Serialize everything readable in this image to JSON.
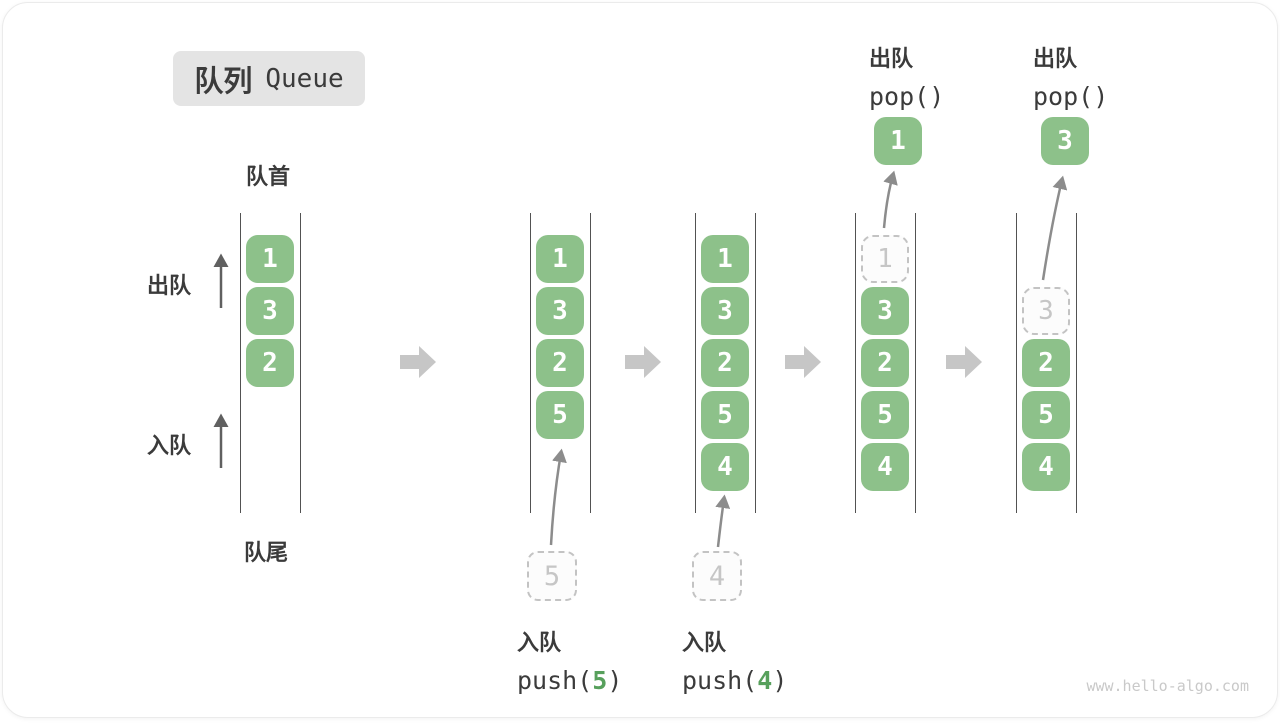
{
  "title": {
    "zh": "队列",
    "en": "Queue"
  },
  "labels": {
    "front": "队首",
    "rear": "队尾",
    "dequeue": "出队",
    "enqueue": "入队"
  },
  "watermark": "www.hello-algo.com",
  "colors": {
    "cell_green": "#8DC18A",
    "code_arg_green": "#57A05C",
    "transition_arrow_gray": "#C6C6C6",
    "dashed_border_gray": "#C3C3C3",
    "flow_arrow_gray": "#8C8C8C",
    "text_dark": "#3B3B3B"
  },
  "queues": [
    {
      "name": "initial-state",
      "cells": [
        {
          "value": "1",
          "slot": 0,
          "style": "solid"
        },
        {
          "value": "3",
          "slot": 1,
          "style": "solid"
        },
        {
          "value": "2",
          "slot": 2,
          "style": "solid"
        }
      ]
    },
    {
      "name": "after-push-5",
      "cells": [
        {
          "value": "1",
          "slot": 0,
          "style": "solid"
        },
        {
          "value": "3",
          "slot": 1,
          "style": "solid"
        },
        {
          "value": "2",
          "slot": 2,
          "style": "solid"
        },
        {
          "value": "5",
          "slot": 3,
          "style": "solid"
        }
      ],
      "entry": {
        "value": "5"
      },
      "op": {
        "zh": "入队",
        "fn_open": "push(",
        "arg": "5",
        "fn_close": ")"
      }
    },
    {
      "name": "after-push-4",
      "cells": [
        {
          "value": "1",
          "slot": 0,
          "style": "solid"
        },
        {
          "value": "3",
          "slot": 1,
          "style": "solid"
        },
        {
          "value": "2",
          "slot": 2,
          "style": "solid"
        },
        {
          "value": "5",
          "slot": 3,
          "style": "solid"
        },
        {
          "value": "4",
          "slot": 4,
          "style": "solid"
        }
      ],
      "entry": {
        "value": "4"
      },
      "op": {
        "zh": "入队",
        "fn_open": "push(",
        "arg": "4",
        "fn_close": ")"
      }
    },
    {
      "name": "after-pop-1",
      "cells": [
        {
          "value": "1",
          "slot": 0,
          "style": "dashed"
        },
        {
          "value": "3",
          "slot": 1,
          "style": "solid"
        },
        {
          "value": "2",
          "slot": 2,
          "style": "solid"
        },
        {
          "value": "5",
          "slot": 3,
          "style": "solid"
        },
        {
          "value": "4",
          "slot": 4,
          "style": "solid"
        }
      ],
      "popped": {
        "value": "1"
      },
      "op": {
        "zh": "出队",
        "code": "pop()"
      }
    },
    {
      "name": "after-pop-3",
      "cells": [
        {
          "value": "3",
          "slot": 1,
          "style": "dashed"
        },
        {
          "value": "2",
          "slot": 2,
          "style": "solid"
        },
        {
          "value": "5",
          "slot": 3,
          "style": "solid"
        },
        {
          "value": "4",
          "slot": 4,
          "style": "solid"
        }
      ],
      "popped": {
        "value": "3"
      },
      "op": {
        "zh": "出队",
        "code": "pop()"
      }
    }
  ]
}
